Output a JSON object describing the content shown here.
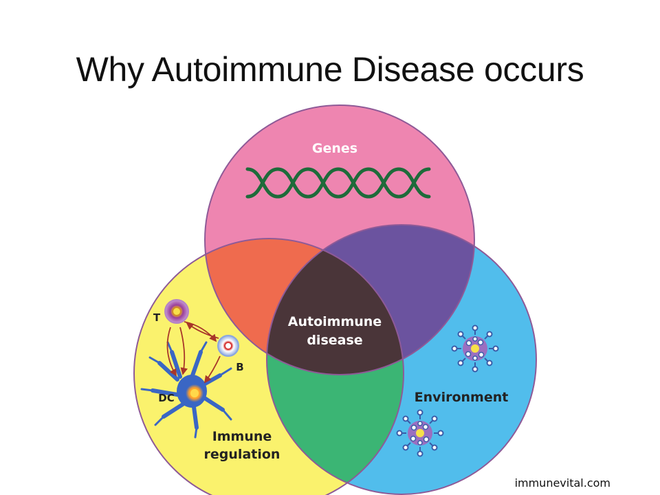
{
  "slide": {
    "title": "Why Autoimmune Disease occurs",
    "credit": "immunevital.com"
  },
  "diagram": {
    "circles": {
      "genes": {
        "label": "Genes",
        "color": "#ee85b0"
      },
      "immune_regulation": {
        "label_line1": "Immune",
        "label_line2": "regulation",
        "color": "#faf26d"
      },
      "environment": {
        "label": "Environment",
        "color": "#51bdec"
      }
    },
    "overlaps": {
      "genes_immune": "#ef6b4e",
      "genes_environment": "#6b539f",
      "immune_environment": "#3bb574",
      "center": "#4a3539"
    },
    "center_label": {
      "line1": "Autoimmune",
      "line2": "disease"
    },
    "cells": {
      "t_cell": "T",
      "b_cell": "B",
      "dendritic_cell": "DC"
    },
    "accent": {
      "dna": "#1e6b3a",
      "arrows": "#a8362a",
      "outline": "#8e5a97"
    }
  }
}
